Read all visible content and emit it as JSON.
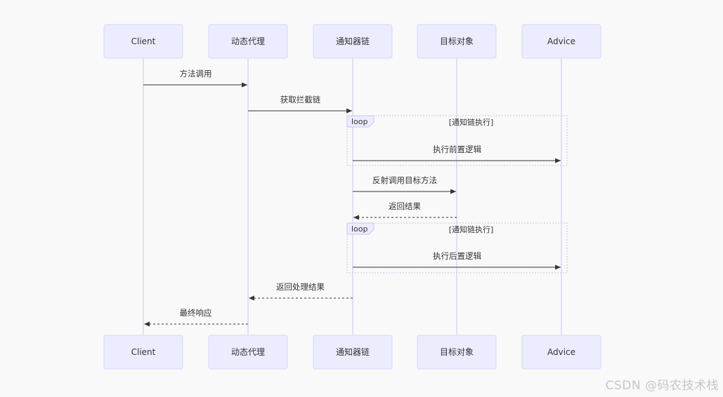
{
  "participants": [
    {
      "id": "client",
      "label": "Client"
    },
    {
      "id": "proxy",
      "label": "动态代理"
    },
    {
      "id": "chain",
      "label": "通知器链"
    },
    {
      "id": "target",
      "label": "目标对象"
    },
    {
      "id": "advice",
      "label": "Advice"
    }
  ],
  "messages": [
    {
      "from": "client",
      "to": "proxy",
      "label": "方法调用",
      "style": "solid"
    },
    {
      "from": "proxy",
      "to": "chain",
      "label": "获取拦截链",
      "style": "solid"
    },
    {
      "from": "chain",
      "to": "advice",
      "label": "执行前置逻辑",
      "style": "solid"
    },
    {
      "from": "chain",
      "to": "target",
      "label": "反射调用目标方法",
      "style": "solid"
    },
    {
      "from": "target",
      "to": "chain",
      "label": "返回结果",
      "style": "dashed"
    },
    {
      "from": "chain",
      "to": "advice",
      "label": "执行后置逻辑",
      "style": "solid"
    },
    {
      "from": "chain",
      "to": "proxy",
      "label": "返回处理结果",
      "style": "dashed"
    },
    {
      "from": "proxy",
      "to": "client",
      "label": "最终响应",
      "style": "dashed"
    }
  ],
  "loops": [
    {
      "tag": "loop",
      "condition": "[通知链执行]"
    },
    {
      "tag": "loop",
      "condition": "[通知链执行]"
    }
  ],
  "colors": {
    "background": "#f9f9f9",
    "actor_fill": "#ececff",
    "actor_stroke": "#d6d6f5",
    "lifeline": "#d7d0f2",
    "arrow": "#333333",
    "loop_border": "#c9c3ee"
  },
  "watermark": "CSDN @码农技术栈"
}
